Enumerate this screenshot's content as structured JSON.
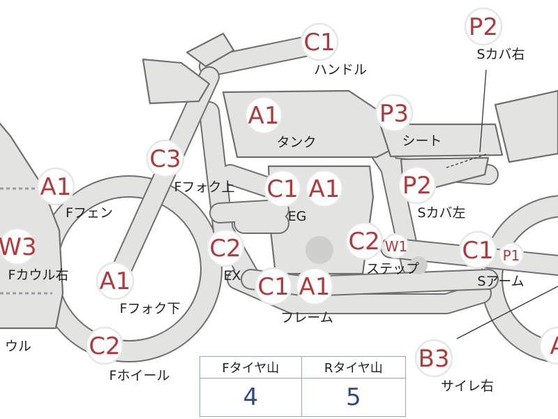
{
  "labels": [
    {
      "id": "handle",
      "grades": [
        {
          "text": "C1"
        }
      ],
      "part": "ハンドル"
    },
    {
      "id": "tank",
      "grades": [
        {
          "text": "A1"
        }
      ],
      "part": "タンク"
    },
    {
      "id": "seat",
      "grades": [
        {
          "text": "P3"
        }
      ],
      "part": "シート"
    },
    {
      "id": "side-cover-right",
      "grades": [
        {
          "text": "P2"
        }
      ],
      "part": "Sカバ右"
    },
    {
      "id": "front-fender",
      "grades": [
        {
          "text": "A1"
        }
      ],
      "part": "Fフェン"
    },
    {
      "id": "front-fork-upper",
      "grades": [
        {
          "text": "C3"
        }
      ],
      "part": "Fフォク上"
    },
    {
      "id": "engine",
      "grades": [
        {
          "text": "C1"
        },
        {
          "text": "A1"
        }
      ],
      "part": "EG"
    },
    {
      "id": "side-cover-left",
      "grades": [
        {
          "text": "P2"
        }
      ],
      "part": "Sカバ左"
    },
    {
      "id": "front-cowl-right",
      "grades": [
        {
          "text": "W3"
        }
      ],
      "part": "Fカウル右"
    },
    {
      "id": "exhaust",
      "grades": [
        {
          "text": "C2"
        }
      ],
      "part": "EX"
    },
    {
      "id": "step",
      "grades": [
        {
          "text": "C2"
        },
        {
          "text": "W1"
        }
      ],
      "part": "ステップ"
    },
    {
      "id": "swing-arm",
      "grades": [
        {
          "text": "C1"
        },
        {
          "text": "P1"
        }
      ],
      "part": "Sアーム"
    },
    {
      "id": "front-fork-lower",
      "grades": [
        {
          "text": "A1"
        }
      ],
      "part": "Fフォク下"
    },
    {
      "id": "frame",
      "grades": [
        {
          "text": "C1"
        },
        {
          "text": "A1"
        }
      ],
      "part": "フレーム"
    },
    {
      "id": "front-wheel",
      "grades": [
        {
          "text": "C2"
        }
      ],
      "part": "Fホイール"
    },
    {
      "id": "cowl",
      "grades": [],
      "part": "ウル"
    },
    {
      "id": "silencer-right",
      "grades": [
        {
          "text": "B3"
        }
      ],
      "part": "サイレ右"
    },
    {
      "id": "partial-right",
      "grades": [
        {
          "text": "A"
        }
      ],
      "part": ""
    }
  ],
  "tire_table": {
    "headers": [
      "Fタイヤ山",
      "Rタイヤ山"
    ],
    "values": [
      "4",
      "5"
    ]
  },
  "colors": {
    "grade_text": "#b23a3a",
    "bike_fill": "#e3e4e2",
    "bike_outline": "#6f6f6f",
    "tire_value": "#2f4a8a"
  }
}
